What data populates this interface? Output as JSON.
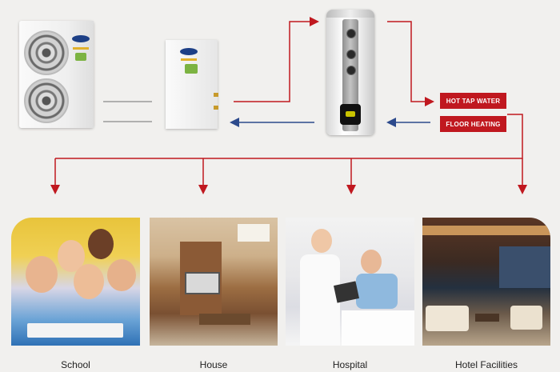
{
  "colors": {
    "red_flow": "#c0181f",
    "blue_flow": "#2c4a8c",
    "pipe_gray": "#9a9a9a",
    "background": "#f1f0ee"
  },
  "labels": {
    "hot_tap_water": "HOT TAP WATER",
    "floor_heating": "FLOOR HEATING"
  },
  "applications": [
    {
      "caption": "School"
    },
    {
      "caption": "House"
    },
    {
      "caption": "Hospital"
    },
    {
      "caption": "Hotel Facilities"
    }
  ]
}
